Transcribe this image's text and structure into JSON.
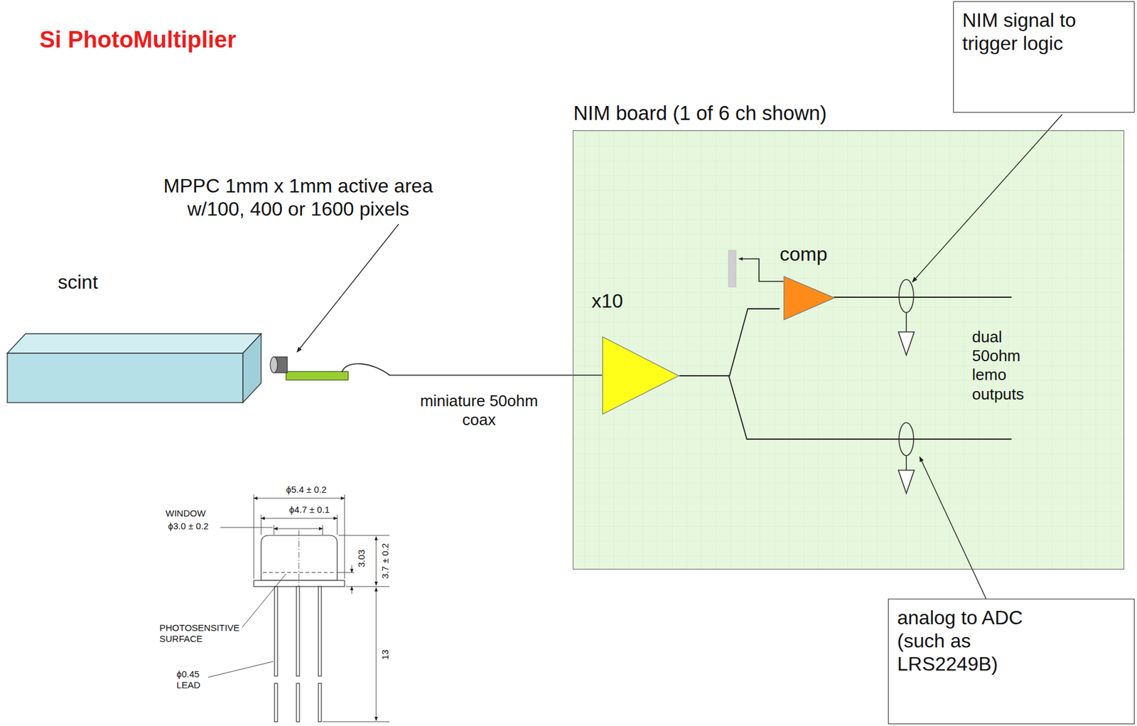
{
  "diagram": {
    "title": "Si PhotoMultiplier",
    "nodes": [
      {
        "text": [
          "scint"
        ]
      },
      {
        "text": [
          "NIM board (1 of 6 ch shown)"
        ]
      },
      {
        "text": [
          "x10"
        ],
        "in": 1
      },
      {
        "text": [
          "comp"
        ],
        "in": 1
      },
      {
        "text": [
          "NIM signal to trigger logic"
        ]
      },
      {
        "text": [
          "analog to ADC (such as LRS2249B)"
        ]
      }
    ],
    "edges": [
      {
        "from": 2,
        "to": 3,
        "arrow": "none"
      }
    ],
    "labels": [
      "MPPC 1mm x 1mm active area w/100, 400 or 1600 pixels",
      "miniature 50ohm coax",
      "dual 50ohm lemo outputs",
      "WINDOW",
      "ϕ3.0 ± 0.2",
      "ϕ5.4 ± 0.2",
      "ϕ4.7 ± 0.1",
      "3.7 ± 0.2",
      "3.03",
      "PHOTOSENSITIVE SURFACE",
      "ϕ0.45 LEAD",
      "13"
    ]
  }
}
